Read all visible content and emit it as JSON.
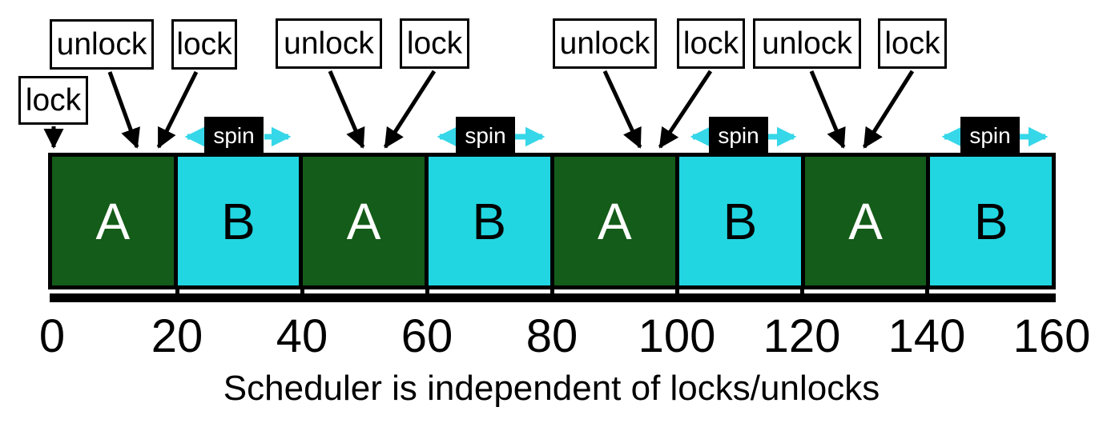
{
  "figure": {
    "caption": "Scheduler is independent of locks/unlocks"
  },
  "timeline": {
    "description": "Alternating scheduler timeslices for threads A and B",
    "segments": [
      {
        "label": "A",
        "start": 0,
        "end": 20
      },
      {
        "label": "B",
        "start": 20,
        "end": 40
      },
      {
        "label": "A",
        "start": 40,
        "end": 60
      },
      {
        "label": "B",
        "start": 60,
        "end": 80
      },
      {
        "label": "A",
        "start": 80,
        "end": 100
      },
      {
        "label": "B",
        "start": 100,
        "end": 120
      },
      {
        "label": "A",
        "start": 120,
        "end": 140
      },
      {
        "label": "B",
        "start": 140,
        "end": 160
      }
    ]
  },
  "axis": {
    "ticks": [
      "0",
      "20",
      "40",
      "60",
      "80",
      "100",
      "120",
      "140",
      "160"
    ]
  },
  "annotations": {
    "items": [
      {
        "label": "lock"
      },
      {
        "label": "unlock"
      },
      {
        "label": "lock"
      },
      {
        "label": "unlock"
      },
      {
        "label": "lock"
      },
      {
        "label": "unlock"
      },
      {
        "label": "lock"
      },
      {
        "label": "unlock"
      },
      {
        "label": "lock"
      }
    ]
  },
  "spin": {
    "items": [
      {
        "label": "spin"
      },
      {
        "label": "spin"
      },
      {
        "label": "spin"
      },
      {
        "label": "spin"
      }
    ]
  },
  "colors": {
    "thread_a_fill": "#145c19",
    "thread_b_fill": "#21d6e1",
    "spin_arrow": "#36d7e8",
    "annotation_border": "#000000",
    "annotation_bg": "#ffffff",
    "text_on_a": "#ffffff",
    "text_on_b": "#000000"
  }
}
